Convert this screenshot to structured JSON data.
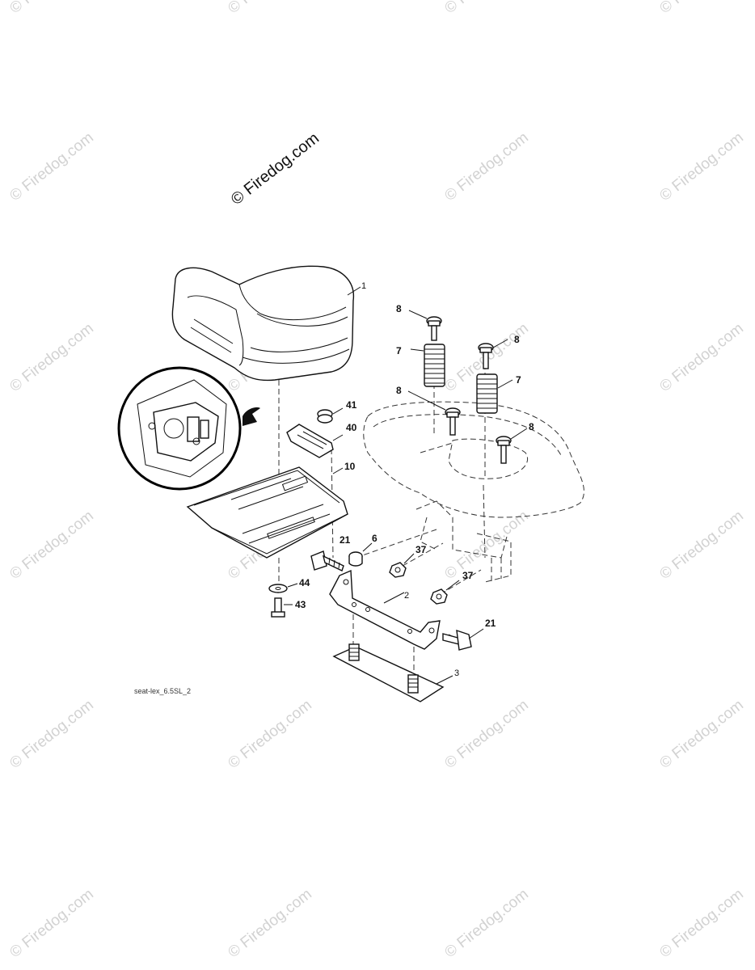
{
  "watermark": {
    "main": "© Firedog.com",
    "repeat": "© Firedog.com"
  },
  "drawing_code": "seat-lex_6.5SL_2",
  "callouts": {
    "c1": "1",
    "c2": "2",
    "c3": "3",
    "c6": "6",
    "c7a": "7",
    "c7b": "7",
    "c8a": "8",
    "c8b": "8",
    "c8c": "8",
    "c8d": "8",
    "c10": "10",
    "c21a": "21",
    "c21b": "21",
    "c37a": "37",
    "c37b": "37",
    "c40": "40",
    "c41": "41",
    "c43": "43",
    "c44": "44"
  }
}
